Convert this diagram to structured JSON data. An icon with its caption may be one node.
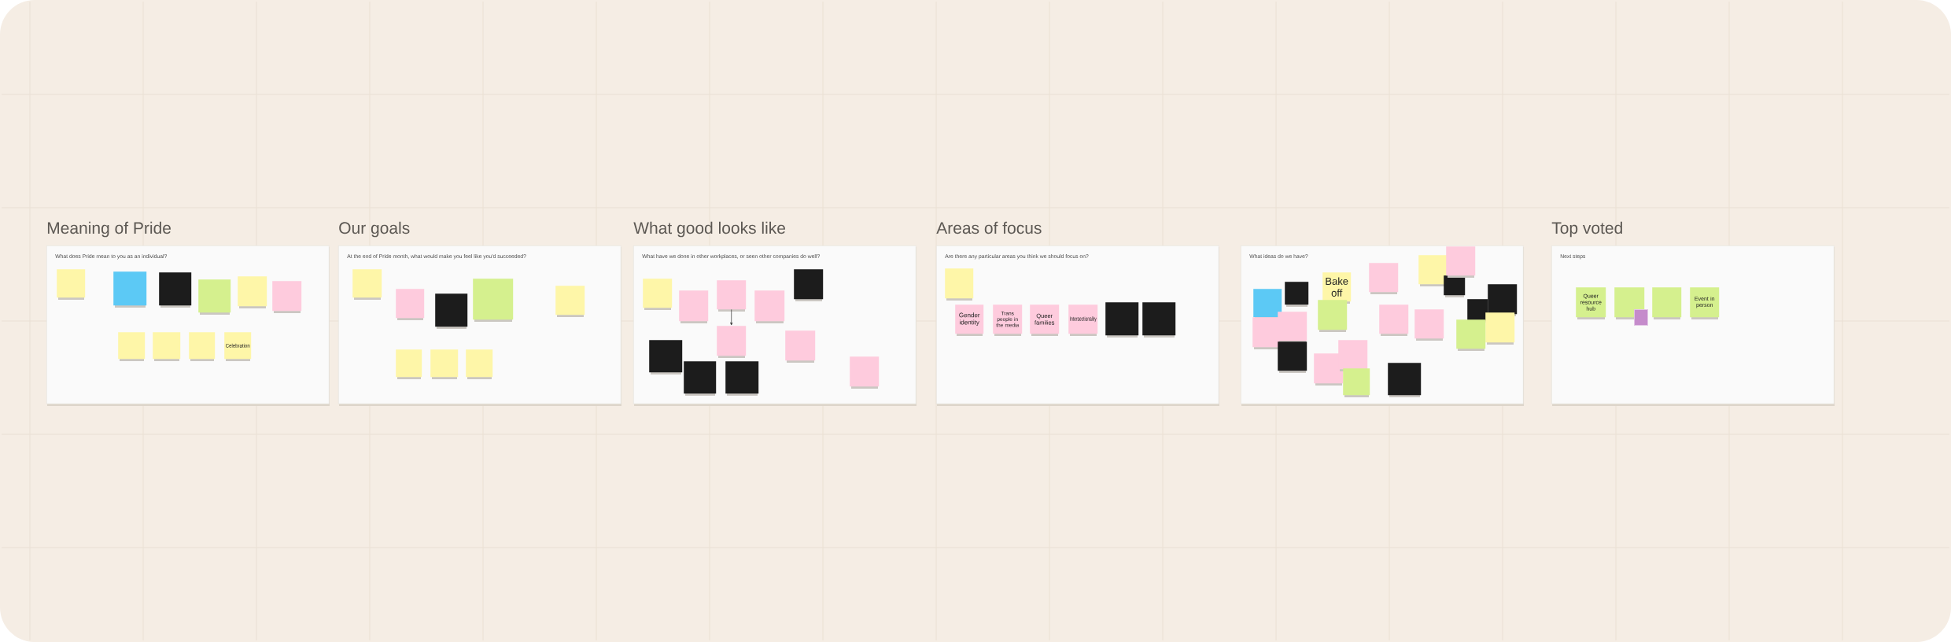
{
  "diagram": {
    "nodes": [
      {
        "text": [
          "Meaning of Pride",
          "What does Pride mean to you as an individual?"
        ]
      },
      {
        "text": [],
        "shape": "box",
        "in": 0
      },
      {
        "text": [],
        "shape": "box",
        "in": 0
      },
      {
        "text": [],
        "shape": "box",
        "in": 0
      },
      {
        "text": [],
        "shape": "box",
        "in": 0
      },
      {
        "text": [],
        "shape": "box",
        "in": 0
      },
      {
        "text": [],
        "shape": "box",
        "in": 0
      },
      {
        "text": [],
        "shape": "box",
        "in": 0
      },
      {
        "text": [],
        "shape": "box",
        "in": 0
      },
      {
        "text": [],
        "shape": "box",
        "in": 0
      },
      {
        "text": [
          "Celebration"
        ],
        "in": 0
      },
      {
        "text": [
          "Our goals",
          "At the end of Pride month, what would make you feel like you'd succeeded?"
        ]
      },
      {
        "text": [],
        "shape": "box",
        "in": 11
      },
      {
        "text": [],
        "shape": "box",
        "in": 11
      },
      {
        "text": [],
        "shape": "box",
        "in": 11
      },
      {
        "text": [],
        "shape": "box",
        "in": 11
      },
      {
        "text": [],
        "shape": "box",
        "in": 11
      },
      {
        "text": [],
        "shape": "box",
        "in": 11
      },
      {
        "text": [],
        "shape": "box",
        "in": 11
      },
      {
        "text": [],
        "shape": "box",
        "in": 11
      },
      {
        "text": [
          "What good looks like",
          "What have we done in other workplaces, or seen other companies do well?"
        ]
      },
      {
        "text": [],
        "shape": "box",
        "in": 20
      },
      {
        "text": [],
        "shape": "box",
        "in": 20
      },
      {
        "text": [],
        "shape": "box",
        "in": 20
      },
      {
        "text": [],
        "shape": "box",
        "in": 20
      },
      {
        "text": [],
        "shape": "box",
        "in": 20
      },
      {
        "text": [],
        "shape": "box",
        "in": 20
      },
      {
        "text": [],
        "shape": "box",
        "in": 20
      },
      {
        "text": [],
        "shape": "box",
        "in": 20
      },
      {
        "text": [],
        "shape": "box",
        "in": 20
      },
      {
        "text": [],
        "shape": "box",
        "in": 20
      },
      {
        "text": [],
        "shape": "box",
        "in": 20
      },
      {
        "text": [
          "Areas of focus",
          "Are there any particular areas you think we should focus on?"
        ]
      },
      {
        "text": [],
        "shape": "box",
        "in": 32
      },
      {
        "text": [
          "Gender identity"
        ],
        "in": 32
      },
      {
        "text": [
          "Trans people in the media"
        ],
        "in": 32
      },
      {
        "text": [
          "Queer families"
        ],
        "in": 32
      },
      {
        "text": [
          "Intersectionality"
        ],
        "in": 32
      },
      {
        "text": [],
        "shape": "box",
        "in": 32
      },
      {
        "text": [],
        "shape": "box",
        "in": 32
      },
      {
        "text": [
          "What ideas do we have?"
        ]
      },
      {
        "text": [],
        "shape": "box",
        "in": 40
      },
      {
        "text": [],
        "shape": "box",
        "in": 40
      },
      {
        "text": [
          "Bake off"
        ],
        "in": 40
      },
      {
        "text": [],
        "shape": "box",
        "in": 40
      },
      {
        "text": [],
        "shape": "box",
        "in": 40
      },
      {
        "text": [],
        "shape": "box",
        "in": 40
      },
      {
        "text": [],
        "shape": "box",
        "in": 40
      },
      {
        "text": [],
        "shape": "box",
        "in": 40
      },
      {
        "text": [],
        "shape": "box",
        "in": 40
      },
      {
        "text": [],
        "shape": "box",
        "in": 40
      },
      {
        "text": [],
        "shape": "box",
        "in": 40
      },
      {
        "text": [],
        "shape": "box",
        "in": 40
      },
      {
        "text": [],
        "shape": "box",
        "in": 40
      },
      {
        "text": [],
        "shape": "box",
        "in": 40
      },
      {
        "text": [],
        "shape": "box",
        "in": 40
      },
      {
        "text": [],
        "shape": "box",
        "in": 40
      },
      {
        "text": [],
        "shape": "box",
        "in": 40
      },
      {
        "text": [],
        "shape": "box",
        "in": 40
      },
      {
        "text": [],
        "shape": "box",
        "in": 40
      },
      {
        "text": [],
        "shape": "box",
        "in": 40
      },
      {
        "text": [],
        "shape": "box",
        "in": 40
      },
      {
        "text": [
          "Top voted",
          "Next steps"
        ]
      },
      {
        "text": [
          "Queer resource hub"
        ],
        "in": 62
      },
      {
        "text": [],
        "shape": "box",
        "in": 62
      },
      {
        "text": [],
        "shape": "box",
        "in": 62
      },
      {
        "text": [
          "Event in person"
        ],
        "in": 62
      }
    ],
    "edges": [
      {
        "from": 23,
        "to": 26,
        "arrow": "to"
      }
    ]
  }
}
